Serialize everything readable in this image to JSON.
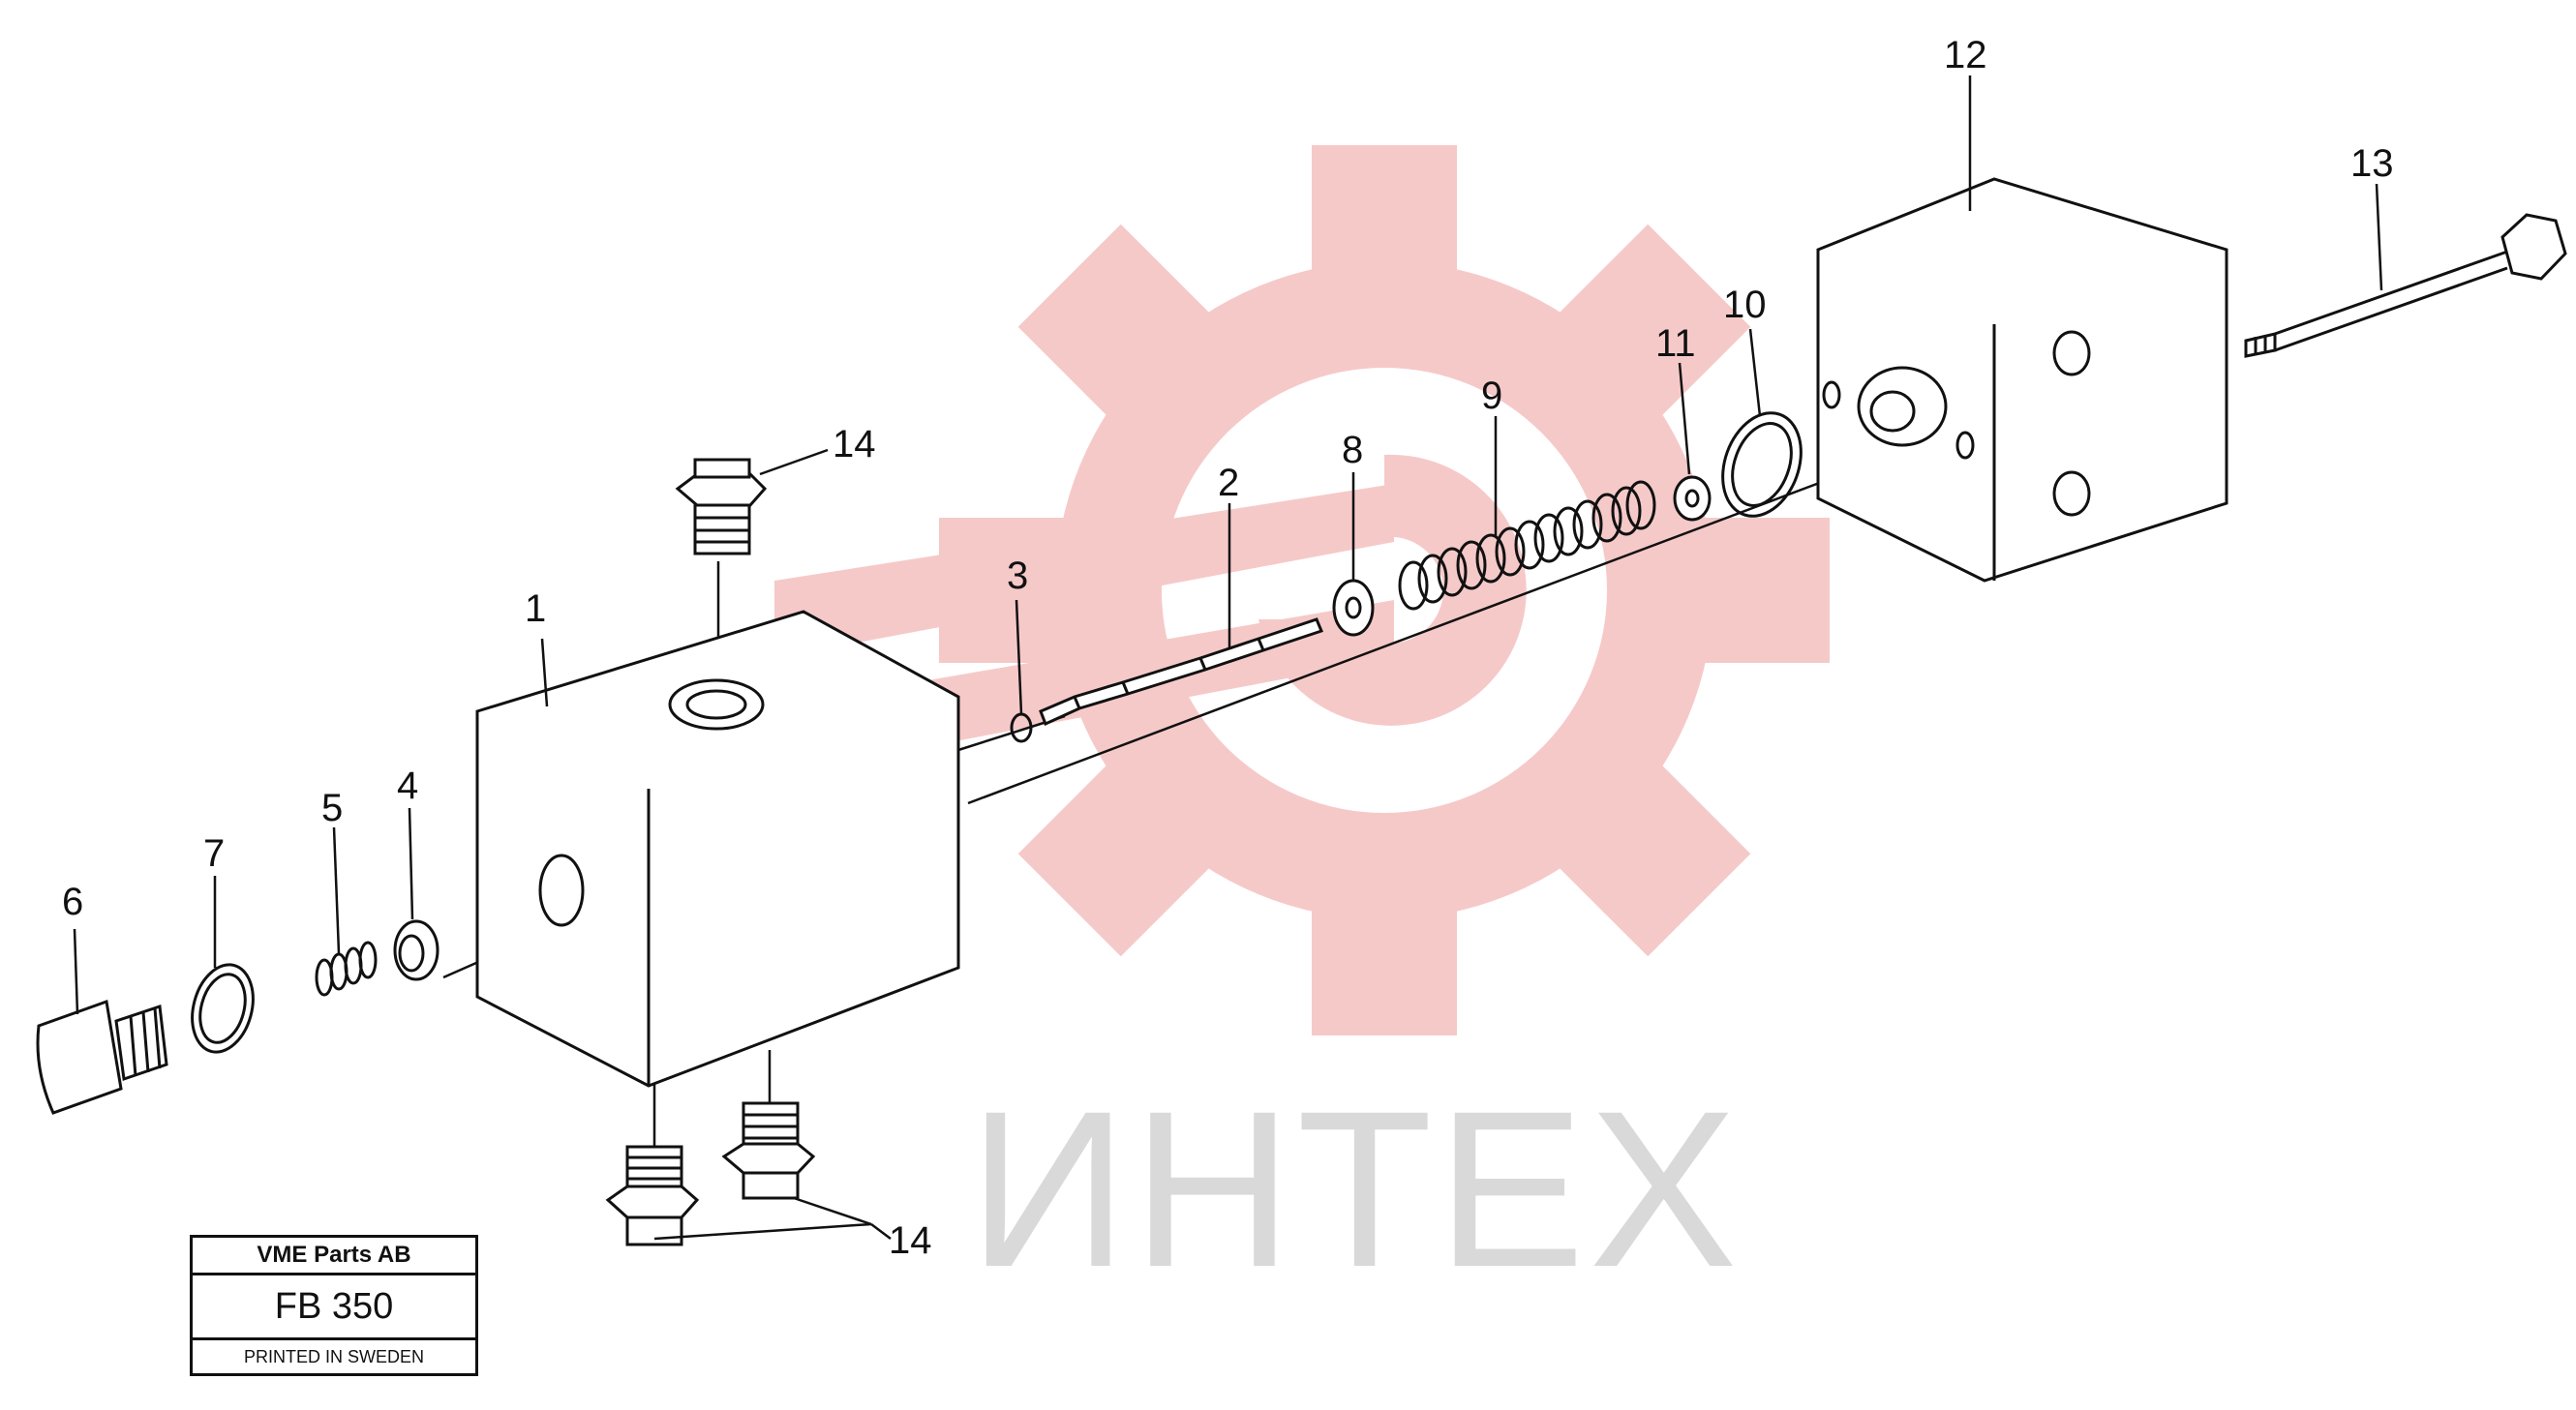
{
  "callouts": {
    "c1": "1",
    "c2": "2",
    "c3": "3",
    "c4": "4",
    "c5": "5",
    "c6": "6",
    "c7": "7",
    "c8": "8",
    "c9": "9",
    "c10": "10",
    "c11": "11",
    "c12": "12",
    "c13": "13",
    "c14_top": "14",
    "c14_bottom": "14"
  },
  "stamp": {
    "company": "VME Parts AB",
    "code": "FB 350",
    "printed": "PRINTED IN SWEDEN"
  },
  "watermark": {
    "text": "ИНТЕХ",
    "gear_color": "#f6c9c9",
    "text_color": "#d9d9d9"
  }
}
